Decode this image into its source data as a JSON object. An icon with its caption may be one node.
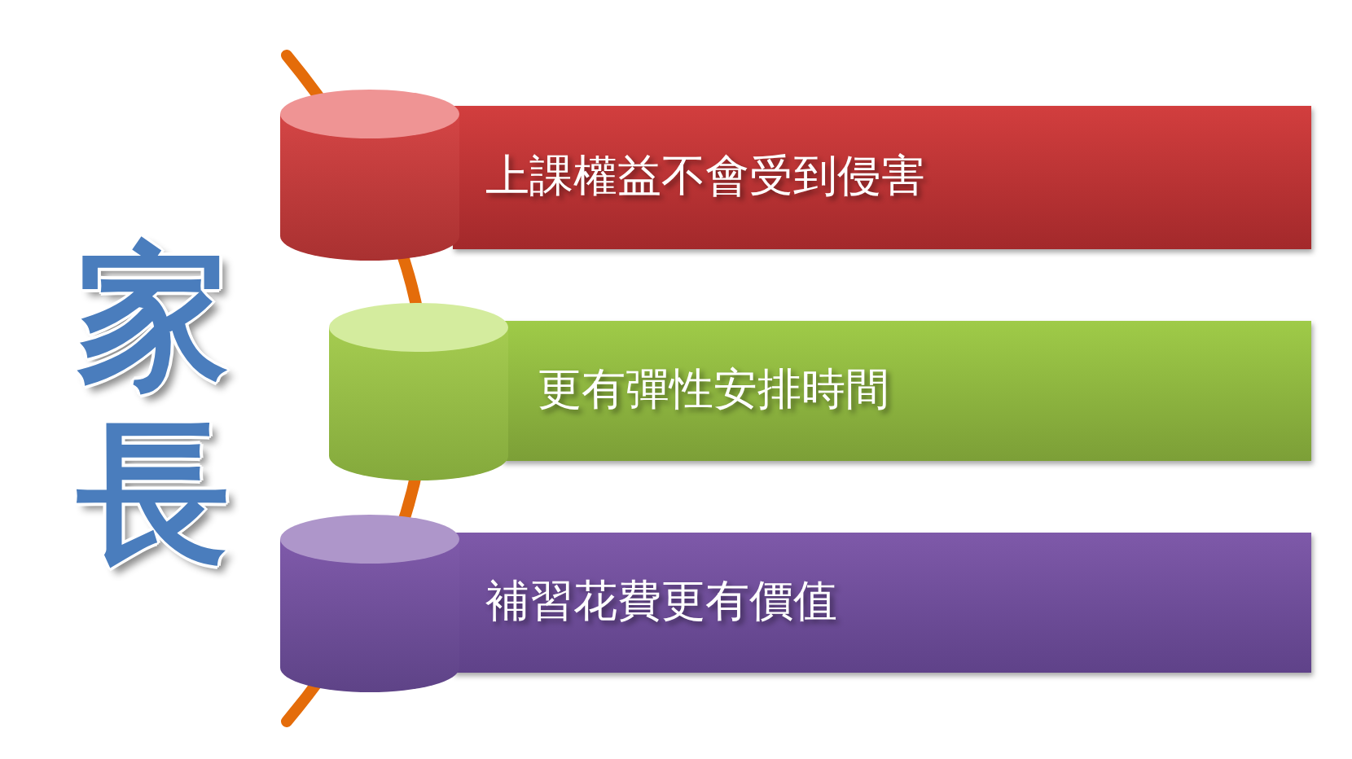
{
  "diagram": {
    "title": "家長",
    "nodes": [
      {
        "text": [
          "上課權益不會受到侵害"
        ]
      },
      {
        "text": [
          "更有彈性安排時間"
        ]
      },
      {
        "text": [
          "補習花費更有價值"
        ]
      }
    ]
  }
}
